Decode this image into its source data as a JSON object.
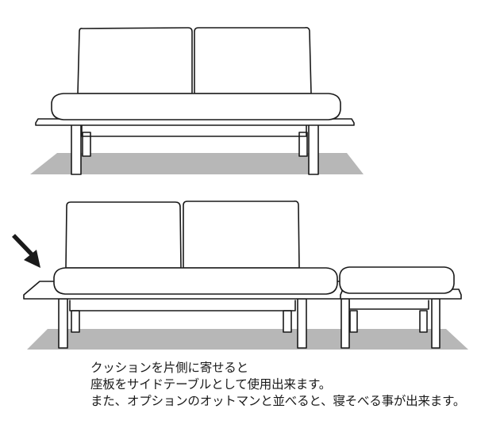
{
  "caption": {
    "line1": "クッションを片側に寄せると",
    "line2": "座板をサイドテーブルとして使用出来ます。",
    "line3": "また、オプションのオットマンと並べると、寝そべる事が出来ます。"
  },
  "colors": {
    "shadow": "#b7b7b7",
    "stroke": "#1a1a1a",
    "fill": "#ffffff",
    "arrow": "#1a1a1a"
  }
}
